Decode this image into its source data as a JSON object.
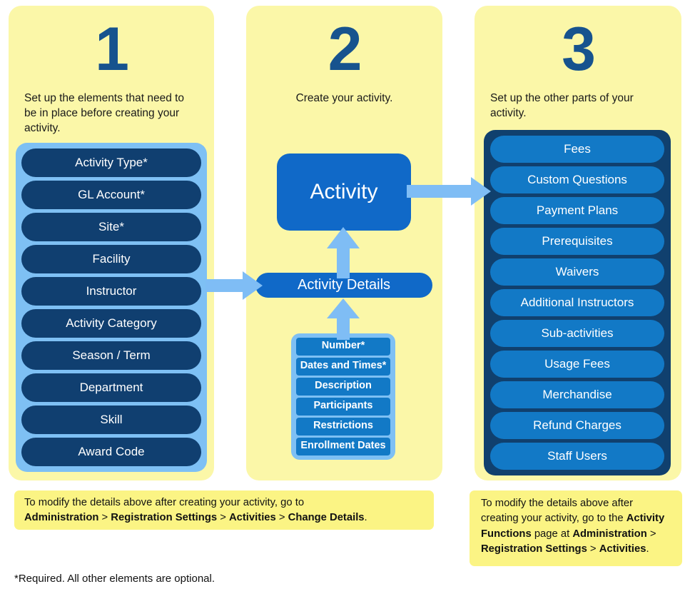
{
  "columns": [
    {
      "number": "1",
      "caption": "Set up the elements that need to be in place before creating your activity.",
      "items": [
        "Activity Type*",
        "GL Account*",
        "Site*",
        "Facility",
        "Instructor",
        "Activity Category",
        "Season / Term",
        "Department",
        "Skill",
        "Award Code"
      ]
    },
    {
      "number": "2",
      "caption": "Create your activity.",
      "activity_label": "Activity",
      "activity_details_label": "Activity Details",
      "detail_items": [
        "Number*",
        "Dates and Times*",
        "Description",
        "Participants",
        "Restrictions",
        "Enrollment Dates"
      ]
    },
    {
      "number": "3",
      "caption": "Set up the other parts of your activity.",
      "items": [
        "Fees",
        "Custom Questions",
        "Payment Plans",
        "Prerequisites",
        "Waivers",
        "Additional Instructors",
        "Sub-activities",
        "Usage Fees",
        "Merchandise",
        "Refund Charges",
        "Staff Users"
      ]
    }
  ],
  "notes": {
    "left": {
      "line1": "To modify the details above after creating your activity, go to",
      "path": [
        "Administration",
        "Registration Settings",
        "Activities",
        "Change Details"
      ],
      "separator": ">",
      "period": "."
    },
    "right": {
      "line1": "To modify the details above after creating your activity, go to the",
      "page_name": "Activity Functions",
      "page_suffix": "page at",
      "path": [
        "Administration",
        "Registration Settings",
        "Activities"
      ],
      "separator": ">",
      "period": "."
    }
  },
  "footnote": "*Required. All other elements are optional.",
  "colors": {
    "panel_yellow": "#fbf7a8",
    "note_yellow": "#fbf484",
    "navy": "#103f70",
    "blue": "#1279c6",
    "bright_blue": "#1069c8",
    "light_blue": "#7ec0f4",
    "arrow_blue": "#7fbdf5",
    "number_blue": "#17538e"
  }
}
